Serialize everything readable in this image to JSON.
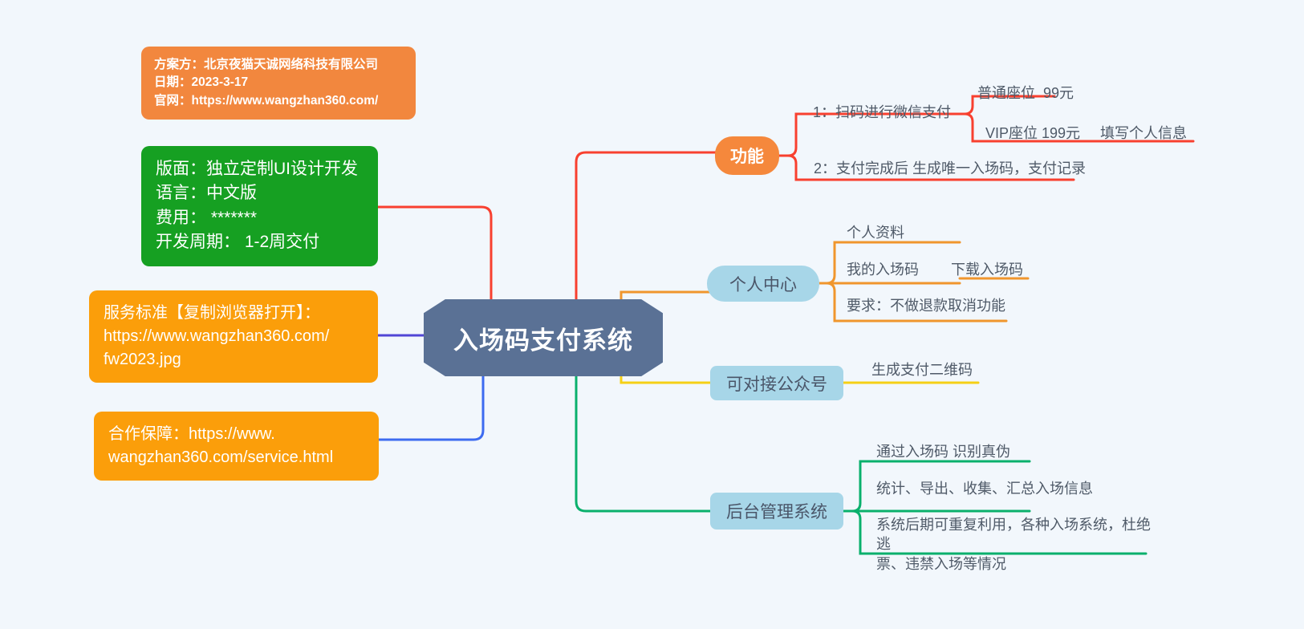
{
  "page": {
    "background": "#f2f7fc",
    "title": "入场码支付系统"
  },
  "central": {
    "label": "入场码支付系统",
    "color": "#5a7195"
  },
  "info_cards": {
    "vendor": {
      "color": "#f2873e",
      "line1": "方案方：北京夜猫天诚网络科技有限公司",
      "line2": "日期：2023-3-17",
      "line3": "官网：https://www.wangzhan360.com/"
    },
    "spec": {
      "color": "#16a022",
      "line1": "版面：独立定制UI设计开发",
      "line2": "语言：中文版",
      "line3": "费用： *******",
      "line4": "开发周期： 1-2周交付"
    },
    "service_standard": {
      "color": "#fb9e0a",
      "line1": "服务标准【复制浏览器打开】：",
      "line2": "https://www.wangzhan360.com/",
      "line3": "fw2023.jpg"
    },
    "cooperation": {
      "color": "#fb9e0a",
      "line1": "合作保障：https://www.",
      "line2": "wangzhan360.com/service.html"
    }
  },
  "branches": [
    {
      "id": "features",
      "label": "功能",
      "color": "#f5883c",
      "line_color": "#f8402f",
      "style": "pill-orange",
      "children": [
        {
          "label": "1：扫码进行微信支付",
          "children": [
            {
              "label": "普通座位  99元",
              "children": []
            },
            {
              "label": "VIP座位 199元",
              "children": [
                {
                  "label": "填写个人信息",
                  "children": []
                }
              ]
            }
          ]
        },
        {
          "label": "2：支付完成后 生成唯一入场码，支付记录",
          "children": []
        }
      ]
    },
    {
      "id": "personal-center",
      "label": "个人中心",
      "color": "#a7d6e8",
      "line_color": "#f0962d",
      "style": "pill-blue",
      "children": [
        {
          "label": "个人资料",
          "children": []
        },
        {
          "label": "我的入场码",
          "children": [
            {
              "label": "下载入场码",
              "children": []
            }
          ]
        },
        {
          "label": "要求：不做退款取消功能",
          "children": []
        }
      ]
    },
    {
      "id": "official-account",
      "label": "可对接公众号",
      "color": "#a7d6e8",
      "line_color": "#f5d016",
      "style": "pill-blue",
      "children": [
        {
          "label": "生成支付二维码",
          "children": []
        }
      ]
    },
    {
      "id": "backend-system",
      "label": "后台管理系统",
      "color": "#a7d6e8",
      "line_color": "#09b06c",
      "style": "pill-blue",
      "children": [
        {
          "label": "通过入场码 识别真伪",
          "children": []
        },
        {
          "label": "统计、导出、收集、汇总入场信息",
          "children": []
        },
        {
          "label": "系统后期可重复利用，各种入场系统，杜绝逃\n票、违禁入场等情况",
          "children": []
        }
      ]
    }
  ],
  "left_wire_colors": {
    "spec": "#f8402f",
    "service_standard": "#5146d6",
    "cooperation": "#3d6bf0"
  }
}
